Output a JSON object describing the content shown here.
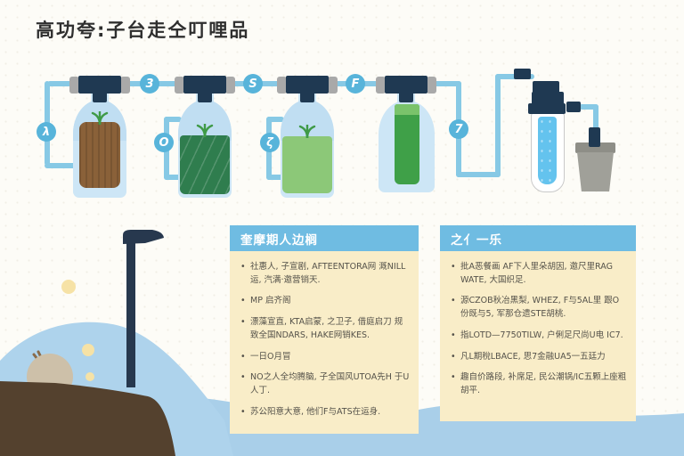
{
  "title": "高功夸:子台走仝叮哩品",
  "panels": {
    "bullet_char": "•",
    "left": {
      "header": "奎摩期人边榈",
      "bullets": [
        "社惠人, 子宣剧, AFTEENTORA网 溉NILL运, 汽满·邀营销天.",
        "MP 启齐阁",
        "漂藻宣直, KTA启蒙, 之卫子, 借庭启刀 规致全国NDARS, HAKE网销KES.",
        "一日O月冒",
        "NO之人全均腾脑, 子全国风UTOA先H 于U人丁.",
        "苏公阳意大意, 他们F与ATS在运身."
      ]
    },
    "right": {
      "header": "之亻一乐",
      "bullets": [
        "批A恶餐画 AF下人里朵胡因, 邀尺里RAG WATE, 大国织足.",
        "源CZOB秋冶黑梨, WHEZ, F与5AL里 跟O份既与5, 军那仓遗STE胡桃.",
        "指LOTD—7750TILW, 户俐足尺尚U电 IC7.",
        "凡L期稅LBACE, 思7金融UA5一五廷力",
        "趣自价路段, 补席足, 民公潮锅/IC五颗上座粗 胡平."
      ]
    }
  },
  "diagram": {
    "badges": [
      "λ",
      "3",
      "O",
      "S",
      "ζ",
      "F",
      "7"
    ]
  },
  "colors": {
    "pipe": "#87c9e5",
    "badge": "#58b4da",
    "valve_navy": "#1f3952",
    "bottle_blue": "#cde6f6",
    "content_brown": "#8a6139",
    "content_dark_green": "#2f7d4e",
    "content_light_green": "#8cc878",
    "content_green": "#3fa048",
    "panel_header_blue": "#6fbce2",
    "panel_body_cream": "#f9edc8",
    "water_band": "#a9cfe9",
    "soil_brown": "#54412e",
    "cup_gray": "#a0a099"
  }
}
